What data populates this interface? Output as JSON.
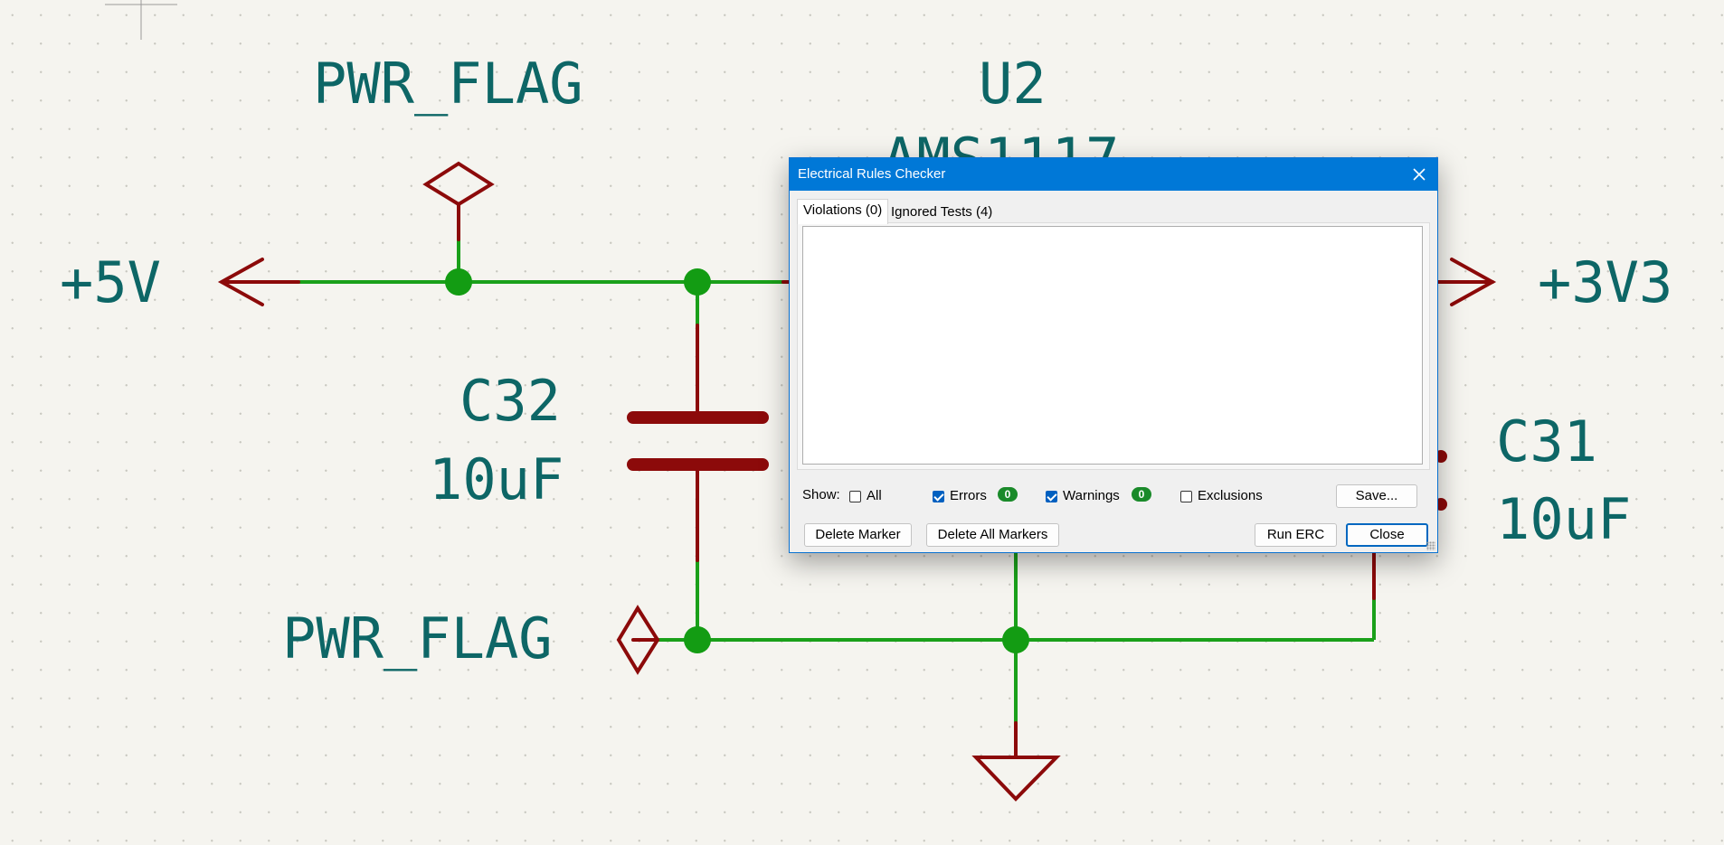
{
  "schematic": {
    "labels": {
      "pwr_flag_top": "PWR_FLAG",
      "u2_ref": "U2",
      "u2_value": "AMS1117",
      "plus_5v": "+5V",
      "plus_3v3": "+3V3",
      "c32_ref": "C32",
      "c32_value": "10uF",
      "c31_ref": "C31",
      "c31_value": "10uF",
      "pwr_flag_bottom": "PWR_FLAG"
    },
    "colors": {
      "background": "#f5f4ef",
      "wire": "#1aa01a",
      "junction": "#139c13",
      "symbol": "#8c0a0a",
      "text": "#0d6666"
    }
  },
  "dialog": {
    "title": "Electrical Rules Checker",
    "close_icon": "close-icon",
    "tabs": [
      {
        "label": "Violations (0)",
        "active": true
      },
      {
        "label": "Ignored Tests (4)",
        "active": false
      }
    ],
    "show_label": "Show:",
    "filters": {
      "all": {
        "label": "All",
        "checked": false
      },
      "errors": {
        "label": "Errors",
        "checked": true,
        "count": "0"
      },
      "warnings": {
        "label": "Warnings",
        "checked": true,
        "count": "0"
      },
      "exclusions": {
        "label": "Exclusions",
        "checked": false
      }
    },
    "buttons": {
      "save": "Save...",
      "delete_marker": "Delete Marker",
      "delete_all_markers": "Delete All Markers",
      "run_erc": "Run ERC",
      "close": "Close"
    },
    "colors": {
      "titlebar": "#0078d7",
      "badge": "#1a8a2a",
      "checkbox_checked": "#0060c0"
    }
  }
}
